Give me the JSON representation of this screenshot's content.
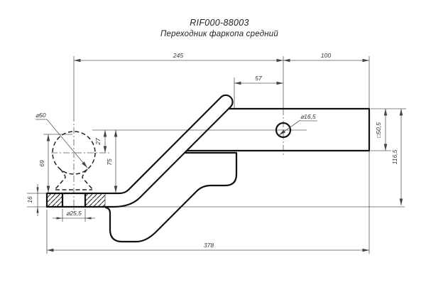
{
  "title": {
    "line1": "RIF000-88003",
    "line2": "Переходник фаркопа средний"
  },
  "dims": {
    "d245": "245",
    "d100": "100",
    "d57": "57",
    "d16_5": "⌀16,5",
    "d50_5": "□50,5",
    "d116_5": "116,5",
    "d27": "27",
    "d75": "75",
    "d69": "69",
    "d50": "⌀50",
    "d16": "16",
    "d25_5": "⌀25,5",
    "d378": "378"
  },
  "colors": {
    "outline": "#111111",
    "thin_line": "#5a5a5a",
    "dim_text": "#333333",
    "background": "#ffffff"
  }
}
